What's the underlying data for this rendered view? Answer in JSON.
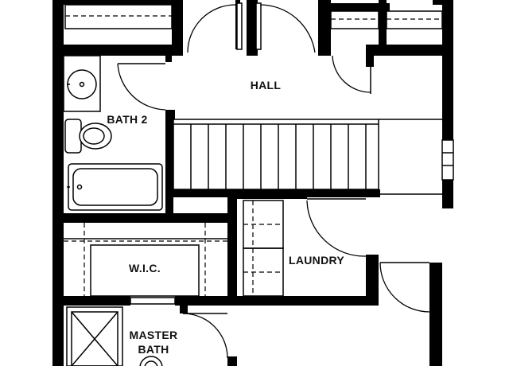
{
  "floor_plan": {
    "rooms": {
      "hall": "HALL",
      "bath2": "BATH 2",
      "wic": "W.I.C.",
      "laundry": "LAUNDRY",
      "master_bath_line1": "MASTER",
      "master_bath_line2": "BATH"
    },
    "colors": {
      "wall": "#000000",
      "background": "#ffffff",
      "fixture_fill": "#ffffff"
    }
  }
}
